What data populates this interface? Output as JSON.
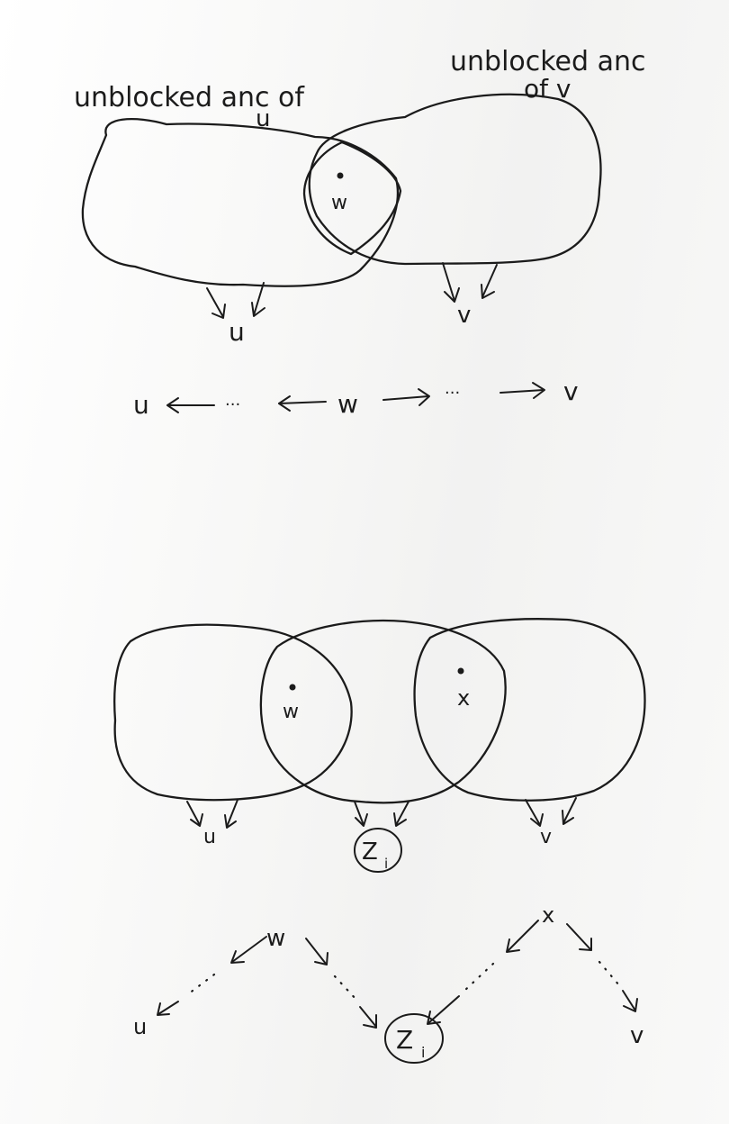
{
  "top_diagram": {
    "label_left_line1": "unblocked anc of",
    "label_left_line2": "u",
    "label_right_line1": "unblocked anc",
    "label_right_line2": "of v",
    "center_node": "w",
    "left_target": "u",
    "right_target": "v"
  },
  "top_path": {
    "left_end": "u",
    "middle": "w",
    "right_end": "v",
    "left_ellipsis": "···",
    "right_ellipsis": "···"
  },
  "bottom_diagram": {
    "left_node": "w",
    "right_node": "x",
    "left_target": "u",
    "middle_target": "Z",
    "middle_target_sub": "i",
    "right_target": "v"
  },
  "bottom_graph": {
    "top_left": "w",
    "top_right": "x",
    "bottom_left": "u",
    "bottom_middle": "Z",
    "bottom_middle_sub": "i",
    "bottom_right": "v"
  }
}
